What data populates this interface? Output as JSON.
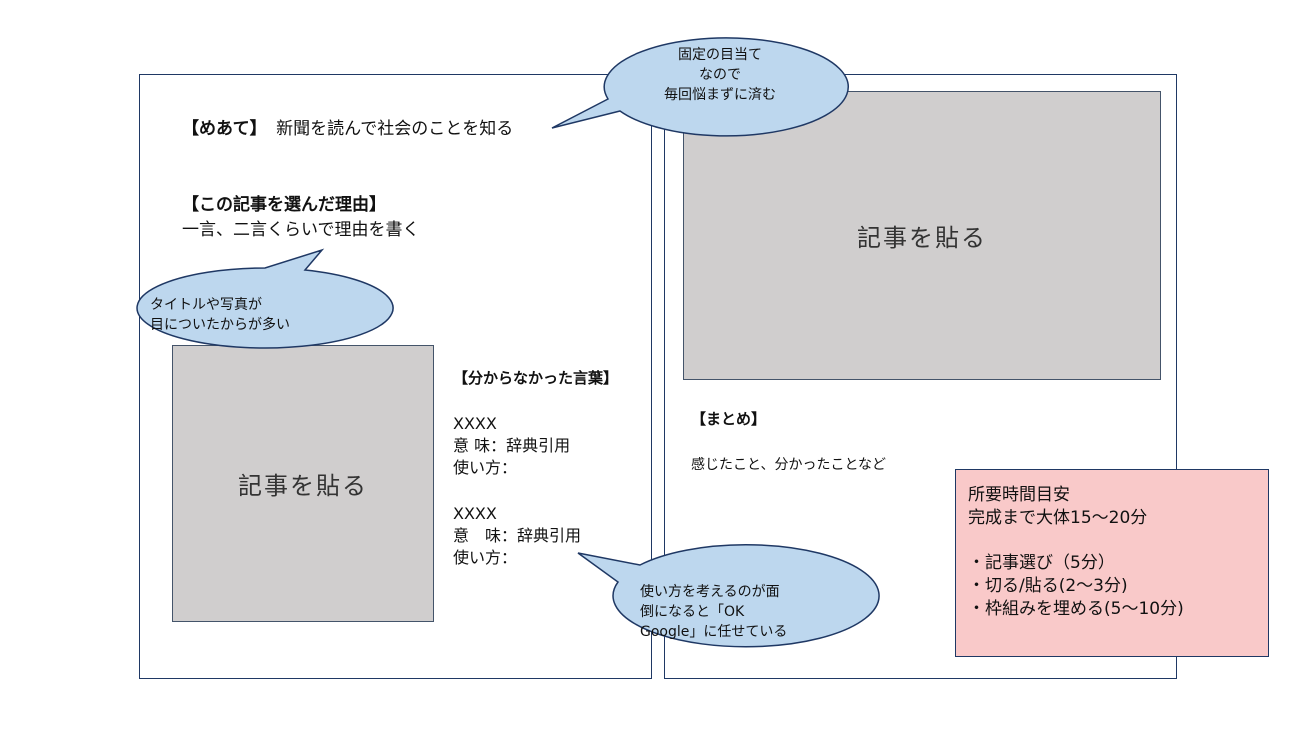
{
  "left_page": {
    "goal_heading": "【めあて】",
    "goal_text": "新聞を読んで社会のことを知る",
    "reason_heading": "【この記事を選んだ理由】",
    "reason_text": "一言、二言くらいで理由を書く",
    "article_placeholder": "記事を貼る",
    "words_heading": "【分からなかった言葉】",
    "words": [
      {
        "word": "XXXX",
        "meaning": "意 味：辞典引用",
        "usage": "使い方："
      },
      {
        "word": "XXXX",
        "meaning": "意　味：辞典引用",
        "usage": "使い方："
      }
    ]
  },
  "right_page": {
    "article_placeholder": "記事を貼る",
    "summary_heading": "【まとめ】",
    "summary_text": "感じたこと、分かったことなど"
  },
  "bubbles": {
    "fixed_goal": [
      "固定の目当て",
      "なので",
      "毎回悩まずに済む"
    ],
    "title_photo": [
      "タイトルや写真が",
      "目についたからが多い"
    ],
    "ok_google": [
      "使い方を考えるのが面",
      "倒になると「OK",
      "Google」に任せている"
    ]
  },
  "time_note": {
    "title": "所要時間目安",
    "subtitle": "完成まで大体15〜20分",
    "items": [
      "・記事選び（5分）",
      "・切る/貼る(2〜3分)",
      "・枠組みを埋める(5〜10分)"
    ]
  },
  "colors": {
    "frame": "#1f3864",
    "paste_fill": "#d0cece",
    "bubble_fill": "#bdd7ee",
    "note_fill": "#f9c9c9"
  }
}
